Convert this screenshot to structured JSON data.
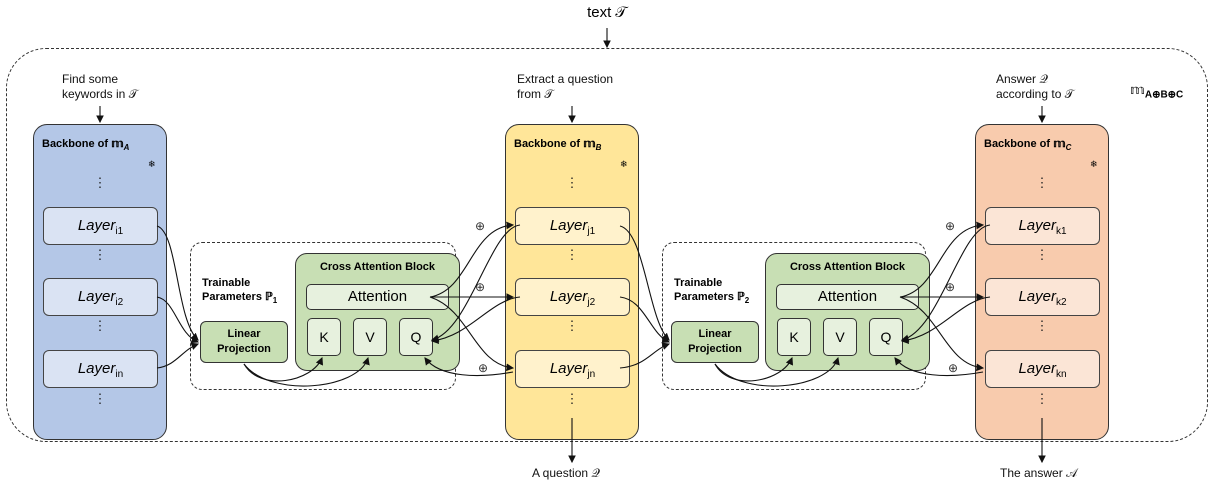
{
  "top_input": "text 𝒯",
  "composite_model_label": "𝕞",
  "composite_model_sub": "A⊕B⊕C",
  "models": [
    {
      "task": "Find some keywords in 𝒯",
      "backbone_title": "Backbone of 𝕞",
      "backbone_sub": "A",
      "layer_word": "Layer",
      "layers": [
        "i1",
        "i2",
        "in"
      ],
      "color": "#b4c7e7",
      "output": ""
    },
    {
      "task": "Extract a question from 𝒯",
      "backbone_title": "Backbone of 𝕞",
      "backbone_sub": "B",
      "layer_word": "Layer",
      "layers": [
        "j1",
        "j2",
        "jn"
      ],
      "color": "#ffe699",
      "output": "A question 𝒬"
    },
    {
      "task": "Answer 𝒬 according to 𝒯",
      "backbone_title": "Backbone of 𝕞",
      "backbone_sub": "C",
      "layer_word": "Layer",
      "layers": [
        "k1",
        "k2",
        "kn"
      ],
      "color": "#f8cbad",
      "output": "The answer 𝒜"
    }
  ],
  "adapters": [
    {
      "trainable": "Trainable",
      "params": "Parameters ℙ",
      "params_sub": "1",
      "cross_attention_title": "Cross Attention Block",
      "attention": "Attention",
      "k": "K",
      "v": "V",
      "q": "Q",
      "linear_projection": [
        "Linear",
        "Projection"
      ]
    },
    {
      "trainable": "Trainable",
      "params": "Parameters ℙ",
      "params_sub": "2",
      "cross_attention_title": "Cross Attention Block",
      "attention": "Attention",
      "k": "K",
      "v": "V",
      "q": "Q",
      "linear_projection": [
        "Linear",
        "Projection"
      ]
    }
  ],
  "frozen_icon": "snowflake-icon",
  "oplus_symbol": "⊕",
  "dots": "⋮"
}
